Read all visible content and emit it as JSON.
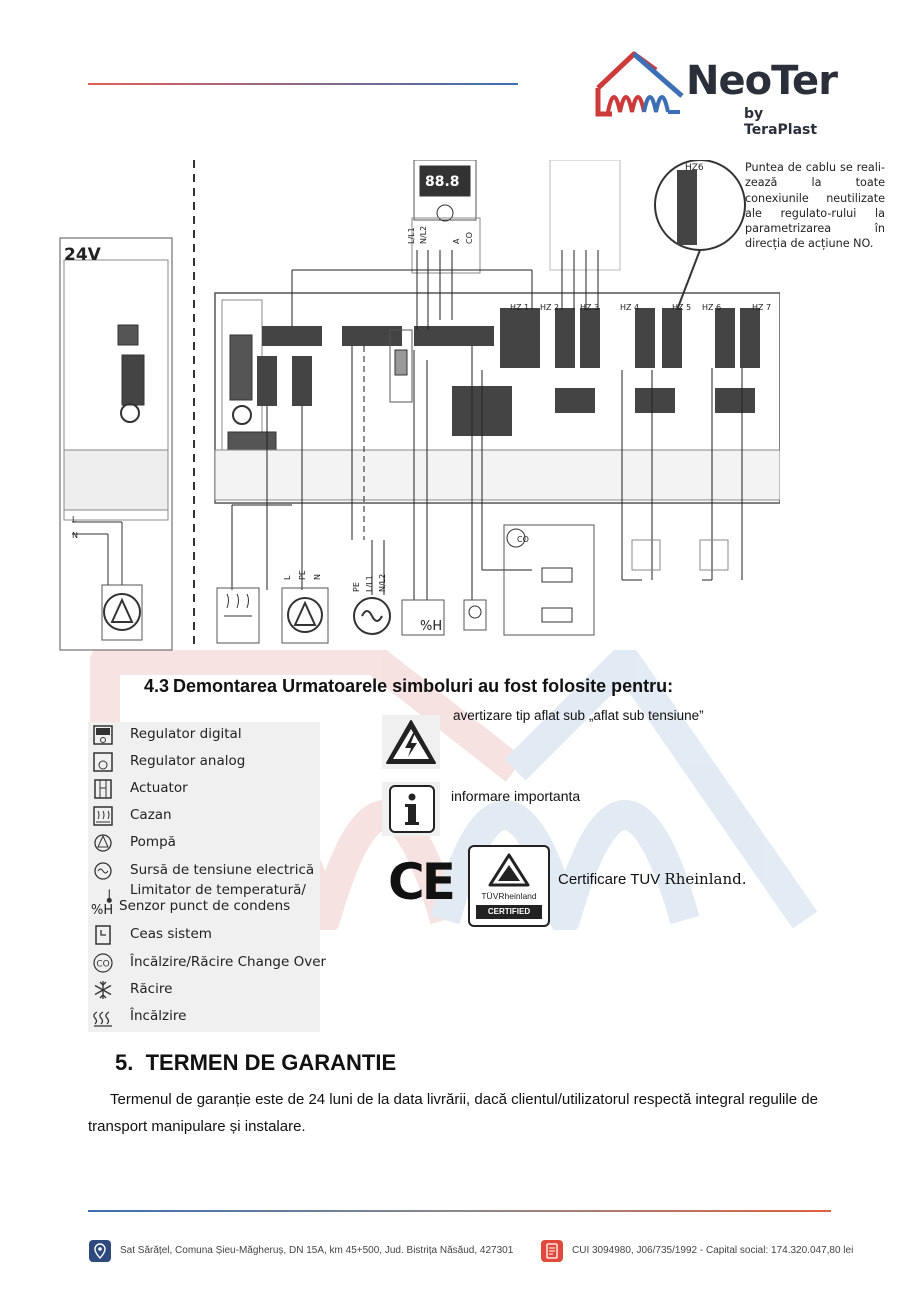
{
  "header": {
    "logo_name": "NeoTer",
    "logo_by": "by TeraPlast"
  },
  "diagram": {
    "label_24v": "24V",
    "callout": "Puntea de cablu se reali-zează la toate conexiunile neutilizate ale regulato-rului la parametrizarea în direcția de acțiune NO.",
    "zones": [
      "HZ 1",
      "HZ 2",
      "HZ 3",
      "HZ 4",
      "HZ 5",
      "HZ 6",
      "HZ 7"
    ],
    "top_zone": "HZ6",
    "terminal_labels": [
      "L/L1",
      "N/L2",
      "A",
      "CO"
    ],
    "bottom_labels": [
      "L",
      "PE",
      "N",
      "PE",
      "L/L1",
      "N/L2"
    ],
    "side_labels": [
      "L",
      "N"
    ],
    "co_label": "CO",
    "display": "88.8",
    "humidity": "%H"
  },
  "section43": {
    "number": "4.3",
    "title": "Demontarea  Urmatoarele simboluri au fost folosite pentru:"
  },
  "legend": [
    {
      "icon": "digital-regulator-icon",
      "label": "Regulator   digital"
    },
    {
      "icon": "analog-regulator-icon",
      "label": "Regulator analog"
    },
    {
      "icon": "actuator-icon",
      "label": "Actuator"
    },
    {
      "icon": "boiler-icon",
      "label": "Cazan"
    },
    {
      "icon": "pump-icon",
      "label": "Pompă"
    },
    {
      "icon": "power-source-icon",
      "label": "Sursă de tensiune electrică"
    },
    {
      "icon": "temperature-limiter-icon",
      "label": "Limitator  de  temperatură/",
      "label2": "Senzor punct de condens",
      "prefix": "%H"
    },
    {
      "icon": "system-clock-icon",
      "label": "Ceas sistem"
    },
    {
      "icon": "change-over-icon",
      "label": "Încălzire/Răcire Change Over",
      "badge": "CO"
    },
    {
      "icon": "cooling-icon",
      "label": "Răcire"
    },
    {
      "icon": "heating-icon",
      "label": "Încălzire"
    }
  ],
  "symbols": {
    "warning_text": "avertizare tip aflat sub „aflat sub tensiune”",
    "info_text": "informare importanta",
    "cert_text_a": "Certificare TUV ",
    "cert_text_b": "Rheinland.",
    "tuv_name": "TÜVRheinland",
    "tuv_certified": "CERTIFIED",
    "ce_mark": "CE"
  },
  "section5": {
    "number": "5.",
    "title": "TERMEN DE GARANTIE",
    "paragraph": "Termenul de garanție este de 24 luni de la data livrării, dacă clientul/utilizatorul respectă integral regulile de transport manipulare și instalare."
  },
  "footer": {
    "address": "Sat Sărățel, Comuna Șieu-Măgheruș, DN 15A, km 45+500, Jud. Bistrița Năsăud, 427301",
    "company": "CUI 3094980, J06/735/1992 - Capital social: 174.320.047,80 lei"
  },
  "colors": {
    "brand_red": "#cc3a3a",
    "brand_blue": "#3c6fb4",
    "brand_dark": "#2a2f3a"
  }
}
